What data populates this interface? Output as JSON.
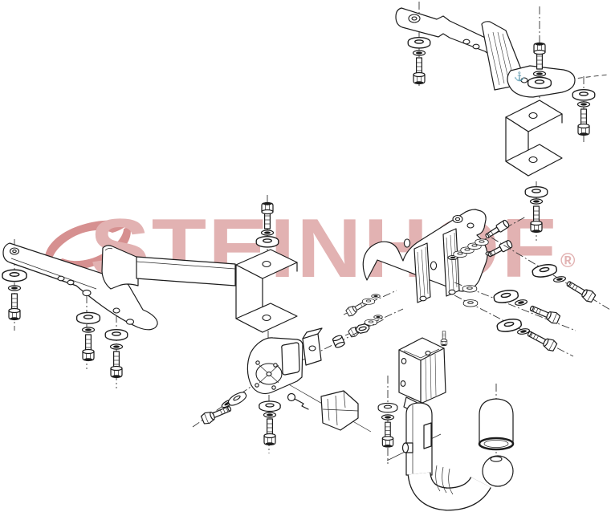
{
  "watermark": {
    "text": "STEINHOF",
    "registered_mark": "®",
    "text_color": "#e2b2b2",
    "logo_color": "#d69090"
  },
  "diagram": {
    "background": "#ffffff",
    "line_color": "#1c1c1c",
    "anchor_mark": "⚓",
    "parts_visible": [
      "rear-crossmember-left-arm",
      "left-gusset-plate",
      "center-box-beam",
      "left-u-channel-bracket",
      "top-right-mounting-arm",
      "top-right-z-bracket",
      "center-side-bracket",
      "detach-mechanism-plate",
      "lock-cylinder-with-key",
      "receiver-housing",
      "swan-neck-towball",
      "towball-cover-cap",
      "hex-bolts",
      "flat-washers",
      "spring-washers",
      "hex-nut",
      "spacer-bush"
    ]
  }
}
